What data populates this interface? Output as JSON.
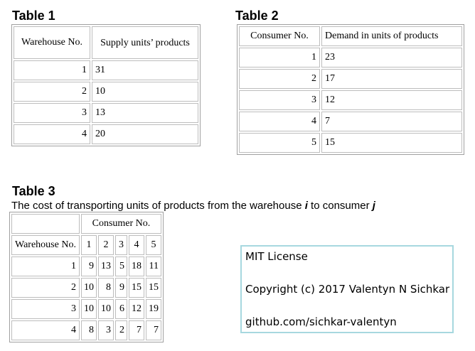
{
  "table1": {
    "title": "Table 1",
    "headers": [
      "Warehouse No.",
      "Supply units’ products"
    ],
    "rows": [
      [
        "1",
        "31"
      ],
      [
        "2",
        "10"
      ],
      [
        "3",
        "13"
      ],
      [
        "4",
        "20"
      ]
    ]
  },
  "table2": {
    "title": "Table 2",
    "headers": [
      "Consumer No.",
      "Demand in units of products"
    ],
    "rows": [
      [
        "1",
        "23"
      ],
      [
        "2",
        "17"
      ],
      [
        "3",
        "12"
      ],
      [
        "4",
        "7"
      ],
      [
        "5",
        "15"
      ]
    ]
  },
  "table3": {
    "title": "Table 3",
    "caption_before": "The cost of transporting units of products from the warehouse ",
    "caption_i": "i",
    "caption_mid": " to consumer ",
    "caption_j": "j",
    "group_header": "Consumer No.",
    "row_header": "Warehouse No.",
    "consumers": [
      "1",
      "2",
      "3",
      "4",
      "5"
    ],
    "rows": [
      {
        "warehouse": "1",
        "costs": [
          "9",
          "13",
          "5",
          "18",
          "11"
        ]
      },
      {
        "warehouse": "2",
        "costs": [
          "10",
          "8",
          "9",
          "15",
          "15"
        ]
      },
      {
        "warehouse": "3",
        "costs": [
          "10",
          "10",
          "6",
          "12",
          "19"
        ]
      },
      {
        "warehouse": "4",
        "costs": [
          "8",
          "3",
          "2",
          "7",
          "7"
        ]
      }
    ]
  },
  "license": {
    "line1": "MIT License",
    "line2": "Copyright (c) 2017 Valentyn N Sichkar",
    "line3": "github.com/sichkar-valentyn"
  }
}
